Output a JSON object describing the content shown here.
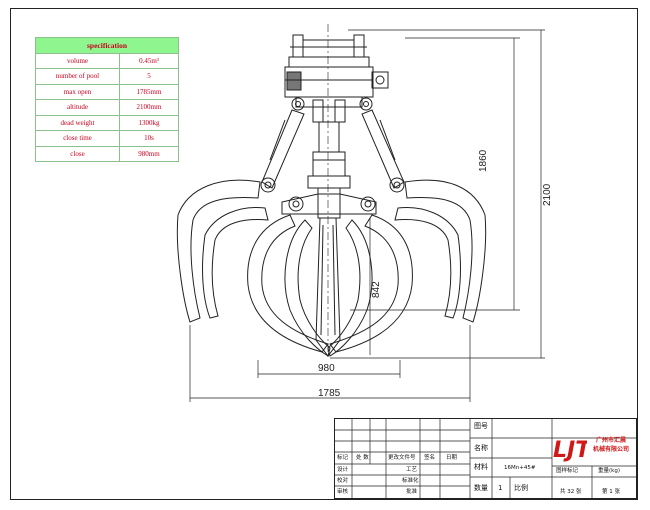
{
  "spec_table": {
    "header": "specification",
    "rows": [
      {
        "label": "volume",
        "value": "0.45m³"
      },
      {
        "label": "number of pool",
        "value": "5"
      },
      {
        "label": "max open",
        "value": "1785mm"
      },
      {
        "label": "altitude",
        "value": "2100mm"
      },
      {
        "label": "dead weight",
        "value": "1300kg"
      },
      {
        "label": "close time",
        "value": "10s"
      },
      {
        "label": "close",
        "value": "980mm"
      }
    ]
  },
  "dimensions": {
    "height_inner": "1860",
    "height_total": "2100",
    "tine_length": "842",
    "closed_width": "980",
    "open_width": "1785"
  },
  "title_block": {
    "drawing_no_label": "图号",
    "name_label": "名称",
    "material_label": "材料",
    "material_value": "16Mn+45#",
    "quantity_label": "数量",
    "quantity_value": "1",
    "scale_label": "比例",
    "row_labels": [
      "标记",
      "设计",
      "校对",
      "审核"
    ],
    "col_labels": [
      "处 数",
      "更改文件号"
    ],
    "process_label": "工艺",
    "standard_label": "标准化",
    "approve_label": "批准",
    "date_label": "日期",
    "signature_label": "签名",
    "stage_mark_label": "图样标记",
    "weight_label": "重量(kg)",
    "sheets_label": "共 32 张",
    "sheet_label": "第 1 张",
    "company_line1": "广州市汇晨",
    "company_line2": "机械有限公司",
    "logo_letters": "LJT",
    "brand_color": "#d01818"
  }
}
